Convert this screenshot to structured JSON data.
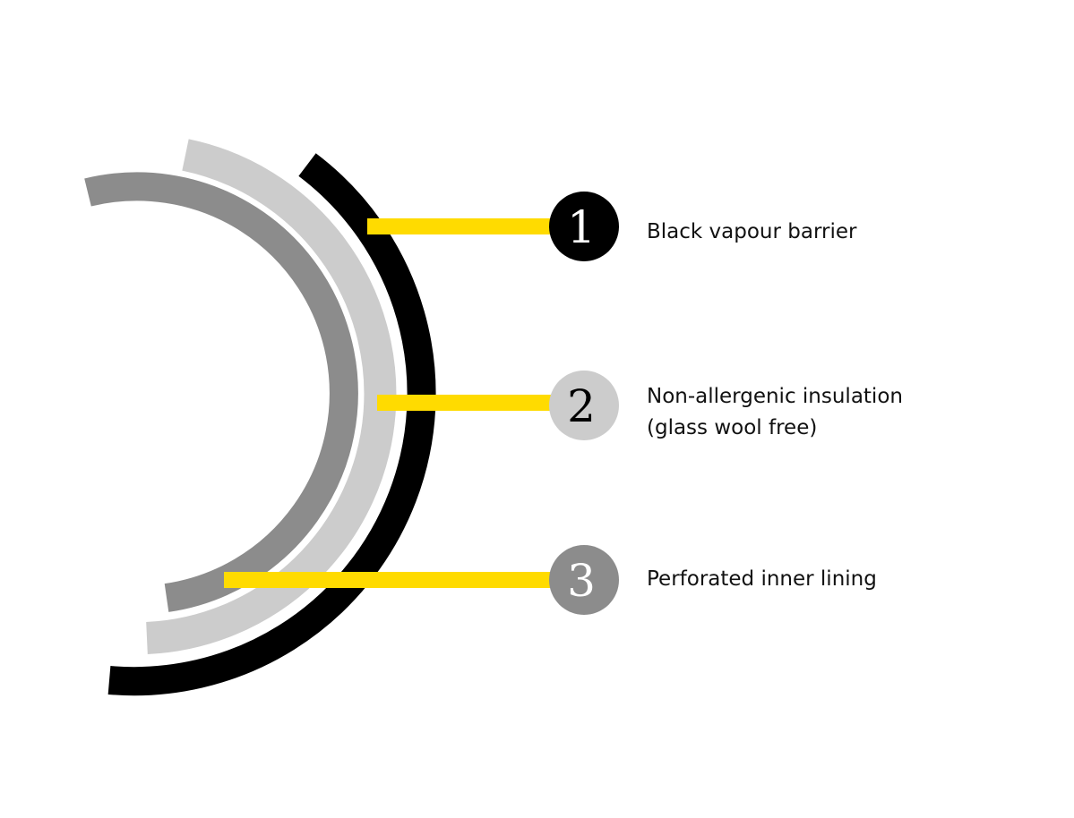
{
  "colors": {
    "black_layer": "#000000",
    "insulation_layer": "#cccccc",
    "inner_lining_layer": "#8c8c8c",
    "leader_line": "#ffdb00"
  },
  "layers": [
    {
      "number": "1",
      "label": "Black vapour barrier"
    },
    {
      "number": "2",
      "label": "Non-allergenic insulation",
      "label_line2": "(glass wool free)"
    },
    {
      "number": "3",
      "label": "Perforated inner lining"
    }
  ]
}
